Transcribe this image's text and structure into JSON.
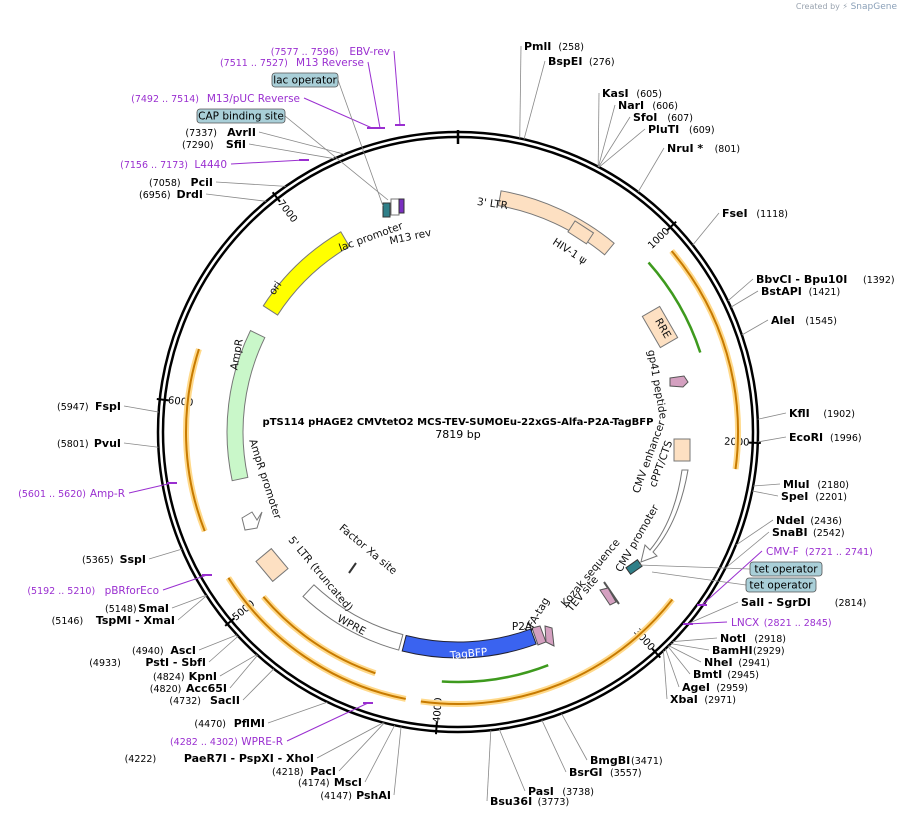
{
  "watermark": {
    "prefix": "Created by",
    "brand": "SnapGene"
  },
  "plasmid": {
    "name": "pTS114 pHAGE2 CMVtetO2 MCS-TEV-SUMOEu-22xGS-Alfa-P2A-TagBFP",
    "length_label": "7819 bp",
    "length": 7819
  },
  "ticks": [
    "1000",
    "2000",
    "3000",
    "4000",
    "5000",
    "6000",
    "7000"
  ],
  "sites": [
    {
      "name": "PmlI",
      "pos": "(258)",
      "bp": 258
    },
    {
      "name": "BspEI",
      "pos": "(276)",
      "bp": 276
    },
    {
      "name": "KasI",
      "pos": "(605)",
      "bp": 605
    },
    {
      "name": "NarI",
      "pos": "(606)",
      "bp": 606
    },
    {
      "name": "SfoI",
      "pos": "(607)",
      "bp": 607
    },
    {
      "name": "PluTI",
      "pos": "(609)",
      "bp": 609
    },
    {
      "name": "NruI *",
      "pos": "(801)",
      "bp": 801
    },
    {
      "name": "FseI",
      "pos": "(1118)",
      "bp": 1118
    },
    {
      "name": "BbvCI  - Bpu10I",
      "pos": "(1392)",
      "bp": 1392
    },
    {
      "name": "BstAPI",
      "pos": "(1421)",
      "bp": 1421
    },
    {
      "name": "AleI",
      "pos": "(1545)",
      "bp": 1545
    },
    {
      "name": "KflI",
      "pos": "(1902)",
      "bp": 1902
    },
    {
      "name": "EcoRI",
      "pos": "(1996)",
      "bp": 1996
    },
    {
      "name": "MluI",
      "pos": "(2180)",
      "bp": 2180
    },
    {
      "name": "SpeI",
      "pos": "(2201)",
      "bp": 2201
    },
    {
      "name": "NdeI",
      "pos": "(2436)",
      "bp": 2436
    },
    {
      "name": "SnaBI",
      "pos": "(2542)",
      "bp": 2542
    },
    {
      "name": "SalI  - SgrDI",
      "pos": "(2814)",
      "bp": 2814
    },
    {
      "name": "NotI",
      "pos": "(2918)",
      "bp": 2918
    },
    {
      "name": "BamHI",
      "pos": "(2929)",
      "bp": 2929
    },
    {
      "name": "NheI",
      "pos": "(2941)",
      "bp": 2941
    },
    {
      "name": "BmtI",
      "pos": "(2945)",
      "bp": 2945
    },
    {
      "name": "AgeI",
      "pos": "(2959)",
      "bp": 2959
    },
    {
      "name": "XbaI",
      "pos": "(2971)",
      "bp": 2971
    },
    {
      "name": "BmgBI",
      "pos": "(3471)",
      "bp": 3471
    },
    {
      "name": "BsrGI",
      "pos": "(3557)",
      "bp": 3557
    },
    {
      "name": "PasI",
      "pos": "(3738)",
      "bp": 3738
    },
    {
      "name": "Bsu36I",
      "pos": "(3773)",
      "bp": 3773
    },
    {
      "name": "PshAI",
      "pos": "(4147)",
      "bp": 4147
    },
    {
      "name": "MscI",
      "pos": "(4174)",
      "bp": 4174
    },
    {
      "name": "PacI",
      "pos": "(4218)",
      "bp": 4218
    },
    {
      "name": "PaeR7I  - PspXI  - XhoI",
      "pos": "(4222)",
      "bp": 4222
    },
    {
      "name": "PflMI",
      "pos": "(4470)",
      "bp": 4470
    },
    {
      "name": "SacII",
      "pos": "(4732)",
      "bp": 4732
    },
    {
      "name": "Acc65I",
      "pos": "(4820)",
      "bp": 4820
    },
    {
      "name": "KpnI",
      "pos": "(4824)",
      "bp": 4824
    },
    {
      "name": "PstI  - SbfI",
      "pos": "(4933)",
      "bp": 4933
    },
    {
      "name": "AscI",
      "pos": "(4940)",
      "bp": 4940
    },
    {
      "name": "TspMI  - XmaI",
      "pos": "(5146)",
      "bp": 5146
    },
    {
      "name": "SmaI",
      "pos": "(5148)",
      "bp": 5148
    },
    {
      "name": "SspI",
      "pos": "(5365)",
      "bp": 5365
    },
    {
      "name": "PvuI",
      "pos": "(5801)",
      "bp": 5801
    },
    {
      "name": "FspI",
      "pos": "(5947)",
      "bp": 5947
    },
    {
      "name": "DrdI",
      "pos": "(6956)",
      "bp": 6956
    },
    {
      "name": "PciI",
      "pos": "(7058)",
      "bp": 7058
    },
    {
      "name": "SfiI",
      "pos": "(7290)",
      "bp": 7290
    },
    {
      "name": "AvrII",
      "pos": "(7337)",
      "bp": 7337
    }
  ],
  "primers": [
    {
      "name": "EBV-rev",
      "range": "(7577 .. 7596)"
    },
    {
      "name": "M13 Reverse",
      "range": "(7511 .. 7527)"
    },
    {
      "name": "M13/pUC Reverse",
      "range": "(7492 .. 7514)"
    },
    {
      "name": "L4440",
      "range": "(7156 .. 7173)"
    },
    {
      "name": "Amp-R",
      "range": "(5601 .. 5620)"
    },
    {
      "name": "pBRforEco",
      "range": "(5192 .. 5210)"
    },
    {
      "name": "WPRE-R",
      "range": "(4282 .. 4302)"
    },
    {
      "name": "CMV-F",
      "range": "(2721 .. 2741)"
    },
    {
      "name": "LNCX",
      "range": "(2821 .. 2845)"
    }
  ],
  "boxed_labels": [
    "lac operator",
    "CAP binding site",
    "tet operator",
    "tet operator"
  ],
  "features": {
    "ltr3": "3' LTR",
    "hiv_psi": "HIV-1 ψ",
    "rre": "RRE",
    "gp41": "gp41 peptide",
    "cmv_enhancer": "CMV enhancer",
    "cppt": "cPPT/CTS",
    "cmv_promoter": "CMV promoter",
    "kozak": "Kozak sequence",
    "tev": "TEV site",
    "alfa": "ALFA-tag",
    "p2a": "P2A",
    "tagbfp": "TagBFP",
    "wpre": "WPRE",
    "ltr5": "5' LTR (truncated)",
    "factor_xa": "Factor Xa site",
    "ampr_promoter": "AmpR promoter",
    "ampr": "AmpR",
    "ori": "ori",
    "lac_promoter": "lac promoter",
    "m13_rev": "M13 rev"
  },
  "colors": {
    "backbone": "#000000",
    "ltr": "#fde0c2",
    "ori": "#ffff00",
    "ampr": "#c9f7c9",
    "tagbfp": "#3a63f0",
    "orf_arrow": "#c77a00",
    "orf_glow": "#ffd98a",
    "green_arrow": "#3e9a1e",
    "primer": "#9a2fd0",
    "boxed_bg": "#a9cfd8",
    "small_feature": "#d4a0c0",
    "teal": "#2f7f88"
  }
}
